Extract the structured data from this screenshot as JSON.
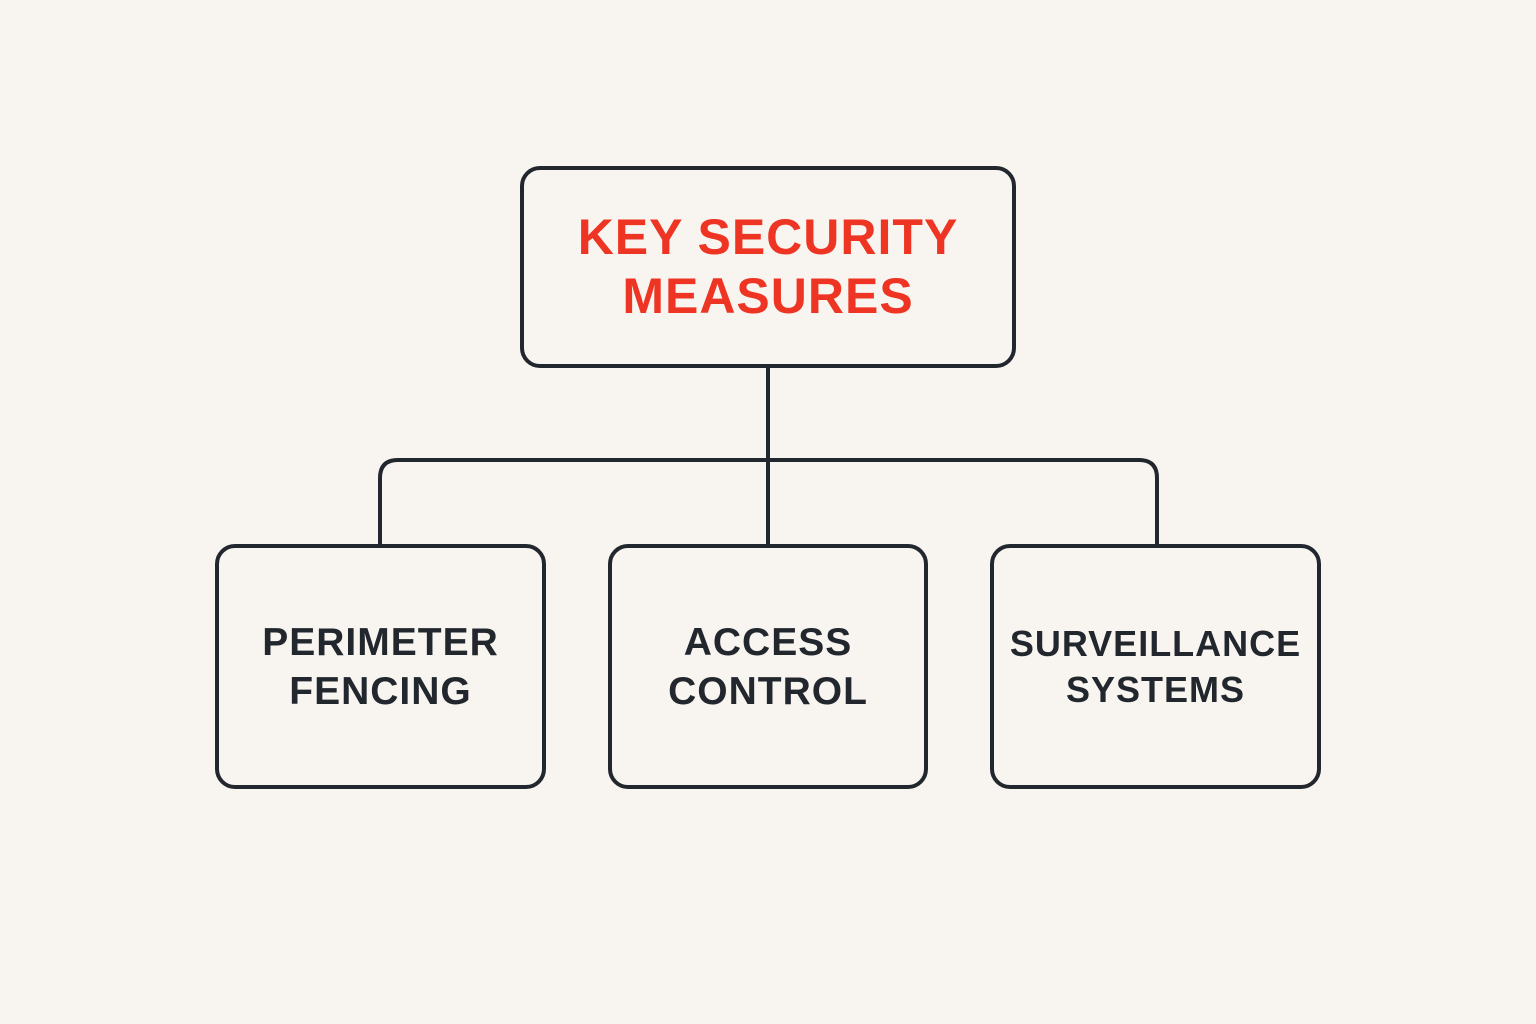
{
  "colors": {
    "background": "#f8f5f1",
    "stroke": "#22272e",
    "root_text": "#ee3524",
    "child_text": "#22272e"
  },
  "diagram": {
    "root": {
      "lines": [
        "KEY SECURITY",
        "MEASURES"
      ]
    },
    "children": [
      {
        "lines": [
          "PERIMETER",
          "FENCING"
        ]
      },
      {
        "lines": [
          "ACCESS",
          "CONTROL"
        ]
      },
      {
        "lines": [
          "SURVEILLANCE",
          "SYSTEMS"
        ]
      }
    ]
  }
}
